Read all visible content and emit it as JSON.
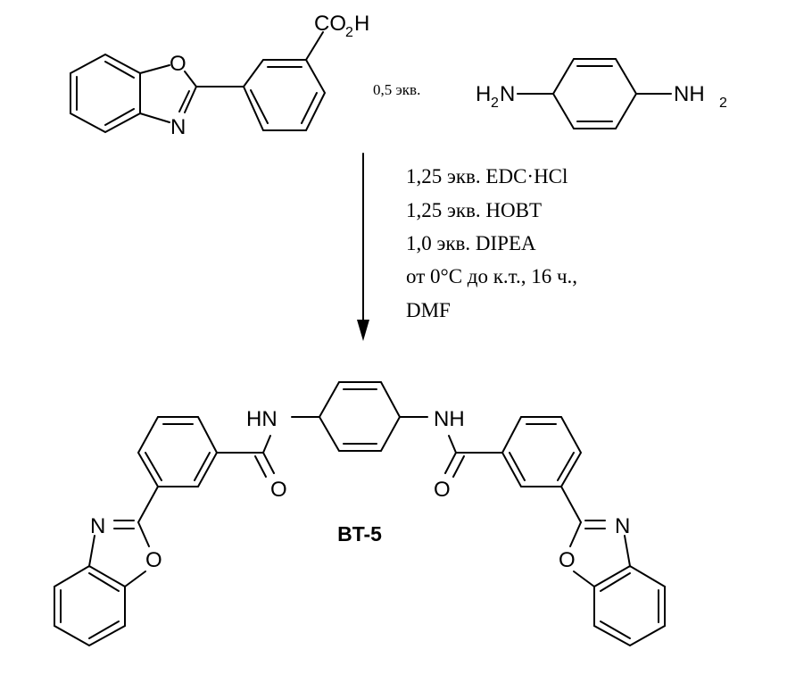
{
  "reactant_acid": {
    "atoms": {
      "o": "O",
      "n": "N",
      "co2h_main": "CO",
      "co2h_sub": "2",
      "co2h_h": "H"
    }
  },
  "equivalents": "0,5 экв.",
  "reactant_diamine": {
    "left_h": "H",
    "left_sub": "2",
    "left_n": "N",
    "right_n": "NH",
    "right_sub": "2"
  },
  "conditions": [
    "1,25 экв. EDC·HCl",
    "1,25 экв. HOBT",
    "1,0 экв. DIPEA",
    "от 0°C до к.т., 16 ч.,",
    "DMF"
  ],
  "product": {
    "label": "BT-5",
    "atoms": {
      "hn_left": "HN",
      "nh_right": "NH",
      "o_carbonyl": "O",
      "n": "N",
      "o": "O"
    }
  }
}
